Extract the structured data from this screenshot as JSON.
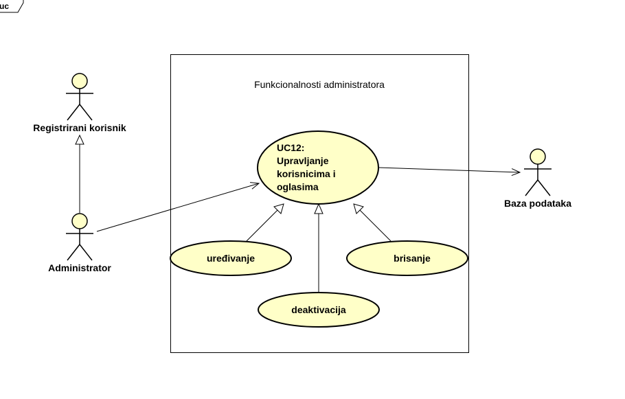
{
  "frame": {
    "tag": "uc"
  },
  "system": {
    "name": "Funkcionalnosti administratora"
  },
  "actors": {
    "registrirani": "Registrirani korisnik",
    "administrator": "Administrator",
    "baza": "Baza podataka"
  },
  "use_cases": {
    "main": {
      "lines": [
        "UC12:",
        "Upravljanje",
        "korisnicima i",
        "oglasima"
      ]
    },
    "uredivanje": "uređivanje",
    "deaktivacija": "deaktivacija",
    "brisanje": "brisanje"
  },
  "colors": {
    "fill": "#ffffc8",
    "stroke": "#000000",
    "background": "#ffffff"
  }
}
